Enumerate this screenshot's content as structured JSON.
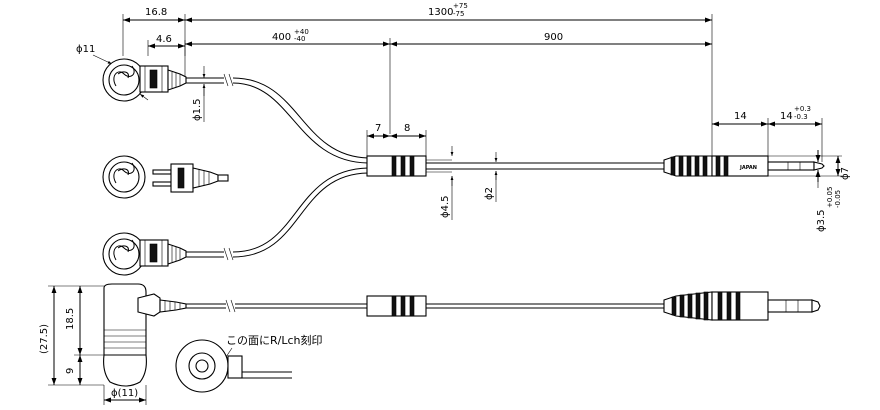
{
  "drawing": {
    "dimensions": {
      "plug_length": "16.8",
      "plug_body": "4.6",
      "total_length": "1300",
      "total_tol_upper": "+75",
      "total_tol_lower": "-75",
      "branch_length": "400",
      "branch_tol_upper": "+40",
      "branch_tol_lower": "-40",
      "main_length": "900",
      "split_a": "7",
      "split_b": "8",
      "jack_body": "14",
      "jack_tip": "14",
      "jack_tip_tol_upper": "+0.3",
      "jack_tip_tol_lower": "-0.3",
      "jack_dia": "ϕ7",
      "jack_tip_dia": "ϕ3.5",
      "jack_tip_dia_tol_upper": "+0.05",
      "jack_tip_dia_tol_lower": "-0.05",
      "plug_head_dia": "ϕ11",
      "branch_cable_dia": "ϕ1.5",
      "split_dia": "ϕ4.5",
      "main_cable_dia": "ϕ2",
      "side_total": "(27.5)",
      "side_upper": "18.5",
      "side_lower": "9",
      "side_dia": "ϕ(11)"
    },
    "labels": {
      "jack_marking": "JAPAN",
      "engraving_note": "この面にR/Lch刻印"
    }
  }
}
